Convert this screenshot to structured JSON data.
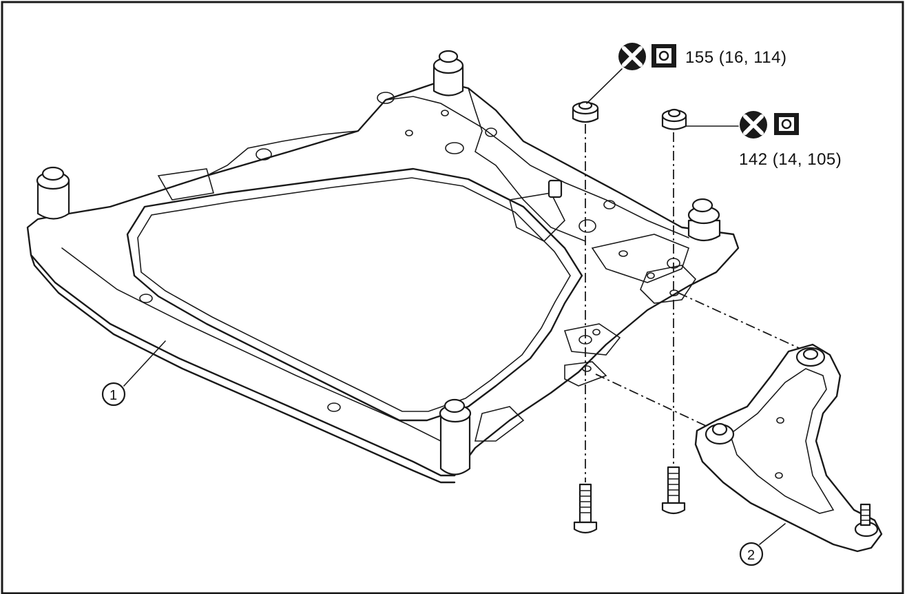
{
  "torque_labels": {
    "upper": "155 (16, 114)",
    "lower": "142 (14, 105)"
  },
  "callouts": {
    "part1": "1",
    "part2": "2"
  },
  "icons": {
    "replace_part": "do-not-reuse-icon",
    "torque_wrench": "torque-wrench-icon"
  },
  "colors": {
    "line": "#1a1a1a",
    "background": "#ffffff"
  }
}
